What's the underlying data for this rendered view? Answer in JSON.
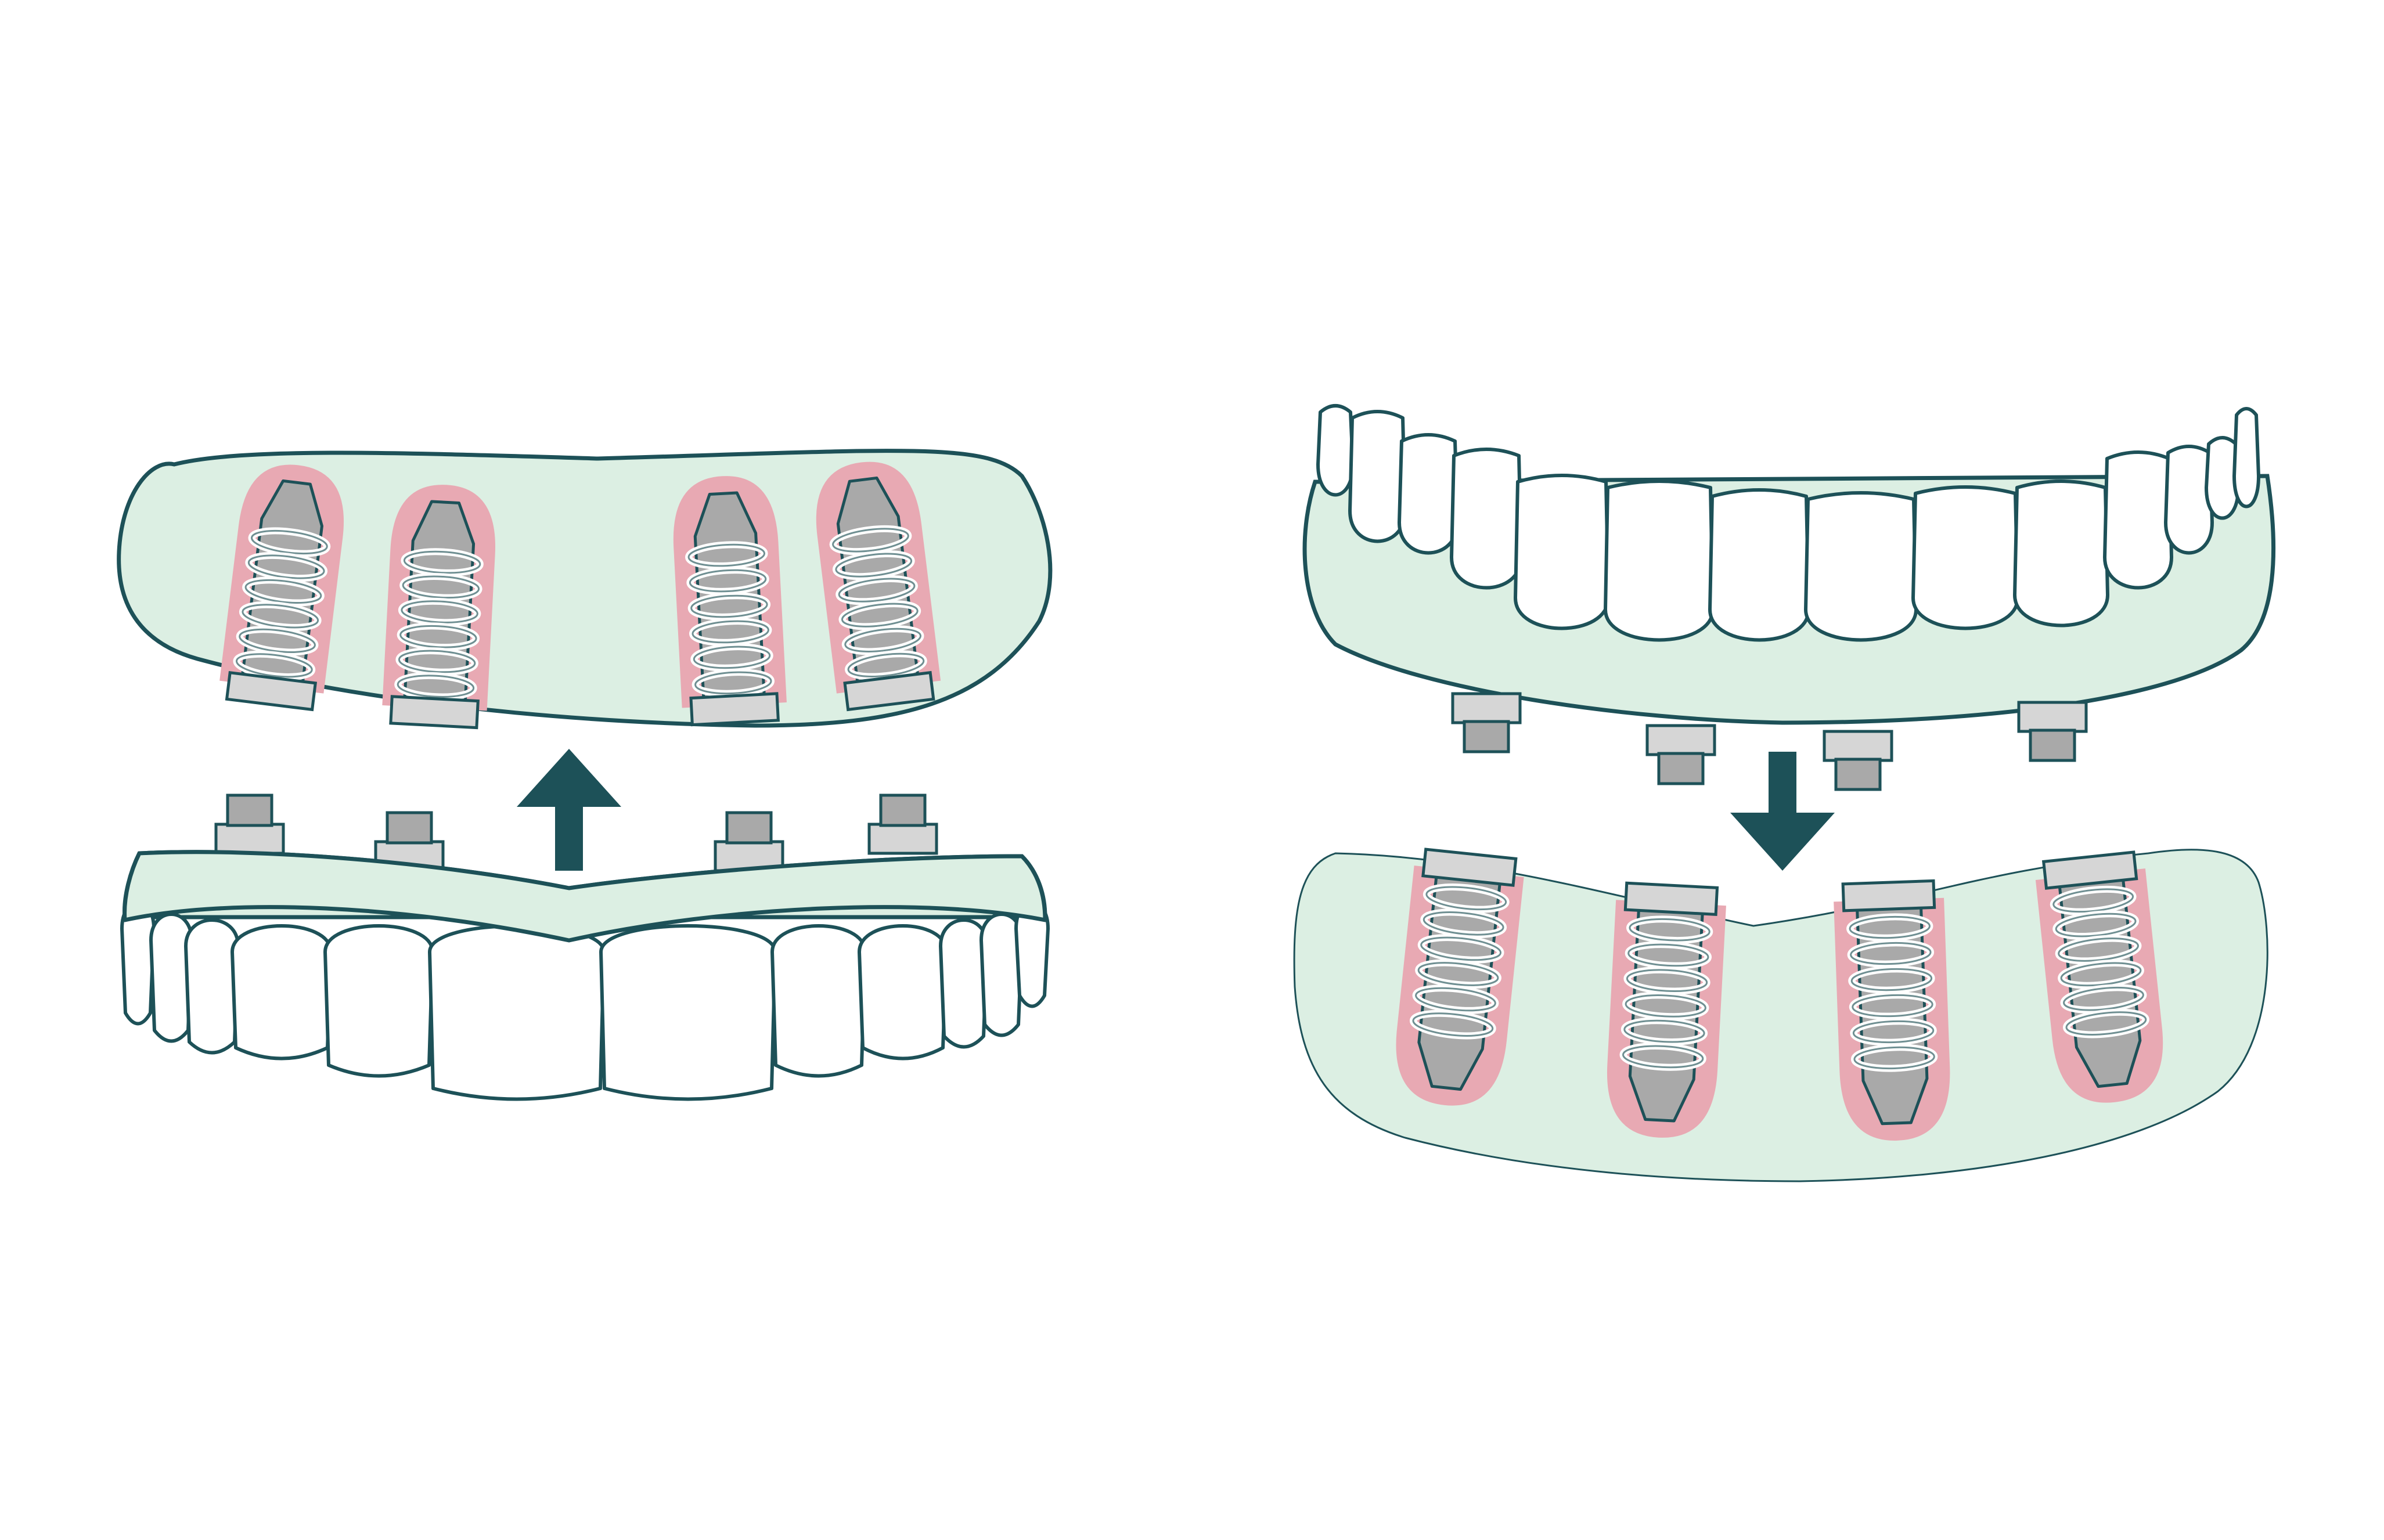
{
  "colors": {
    "background": "#ffffff",
    "outline": "#1d5158",
    "gum": "#dcefe3",
    "soft_tissue": "#e8a9b3",
    "implant_body": "#a9a9a9",
    "implant_cap": "#d6d6d6",
    "thread_fill": "#ffffff",
    "thread_stroke": "#6f8f92",
    "tooth": "#ffffff",
    "arrow": "#1d5158"
  },
  "icons": {
    "up_arrow": "up-arrow-icon",
    "down_arrow": "down-arrow-icon"
  },
  "panels": [
    {
      "name": "upper-arch-implant-denture",
      "arch": "upper",
      "implant_count": 4,
      "abutment_count": 4,
      "arrow": "up"
    },
    {
      "name": "lower-arch-implant-denture",
      "arch": "lower",
      "implant_count": 4,
      "abutment_count": 4,
      "arrow": "down"
    }
  ]
}
